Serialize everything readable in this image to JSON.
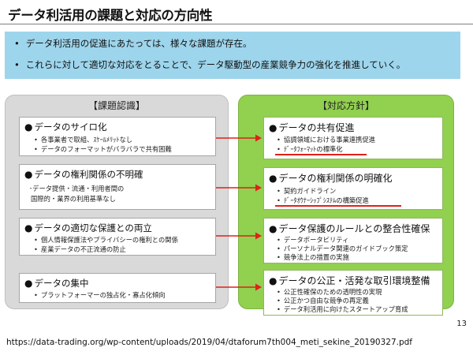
{
  "title": "データ利活用の課題と対応の方向性",
  "summary": [
    "データ利活用の促進にあたっては、様々な課題が存在。",
    "これらに対して適切な対応をとることで、データ駆動型の産業競争力の強化を推進していく。"
  ],
  "summary_bullet": "•",
  "left_header": "【課題認識】",
  "right_header": "【対応方針】",
  "card_marker": "●",
  "bullet": "•",
  "issues": [
    {
      "title": "データのサイロ化",
      "items": [
        "各事業者で取組、ｽｹｰﾙﾒﾘｯﾄなし",
        "データのフォーマットがバラバラで共有困難"
      ]
    },
    {
      "title": "データの権利関係の不明確",
      "lines": [
        "･データ提供・流通・利用者間の",
        "国際的・業界の利用基準なし"
      ]
    },
    {
      "title": "データの適切な保護との両立",
      "items": [
        "個人情報保護法やプライバシーの権利との関係",
        "産業データの不正流通の防止"
      ]
    },
    {
      "title": "データの集中",
      "items": [
        "プラットフォーマーの独占化・寡占化傾向"
      ]
    }
  ],
  "policies": [
    {
      "title": "データの共有促進",
      "items": [
        "協調領域における事業連携促進",
        "ﾃﾞｰﾀﾌｫｰﾏｯﾄの標準化"
      ]
    },
    {
      "title": "データの権利関係の明確化",
      "items": [
        "契約ガイドライン",
        "ﾃﾞｰﾀｵｳﾅｰｼｯﾌﾟｼｽﾃﾑの構築促進"
      ]
    },
    {
      "title": "データ保護のルールとの整合性確保",
      "items": [
        "データポータビリティ",
        "パーソナルデータ関連のガイドブック策定",
        "競争法上の措置の実施"
      ]
    },
    {
      "title": "データの公正・活発な取引環境整備",
      "items": [
        "公正性確保のための透明性の実現",
        "公正かつ自由な競争の再定義",
        "データ利活用に向けたスタートアップ育成"
      ]
    }
  ],
  "page_number": "13",
  "source_url": "https://data-trading.org/wp-content/uploads/2019/04/dtaforum7th004_meti_sekine_20190327.pdf",
  "colors": {
    "summary_bg": "#9dd5ec",
    "left_panel": "#d9d9d9",
    "right_panel": "#92d050",
    "arrow": "#e0201a",
    "underline": "#e0201a"
  }
}
